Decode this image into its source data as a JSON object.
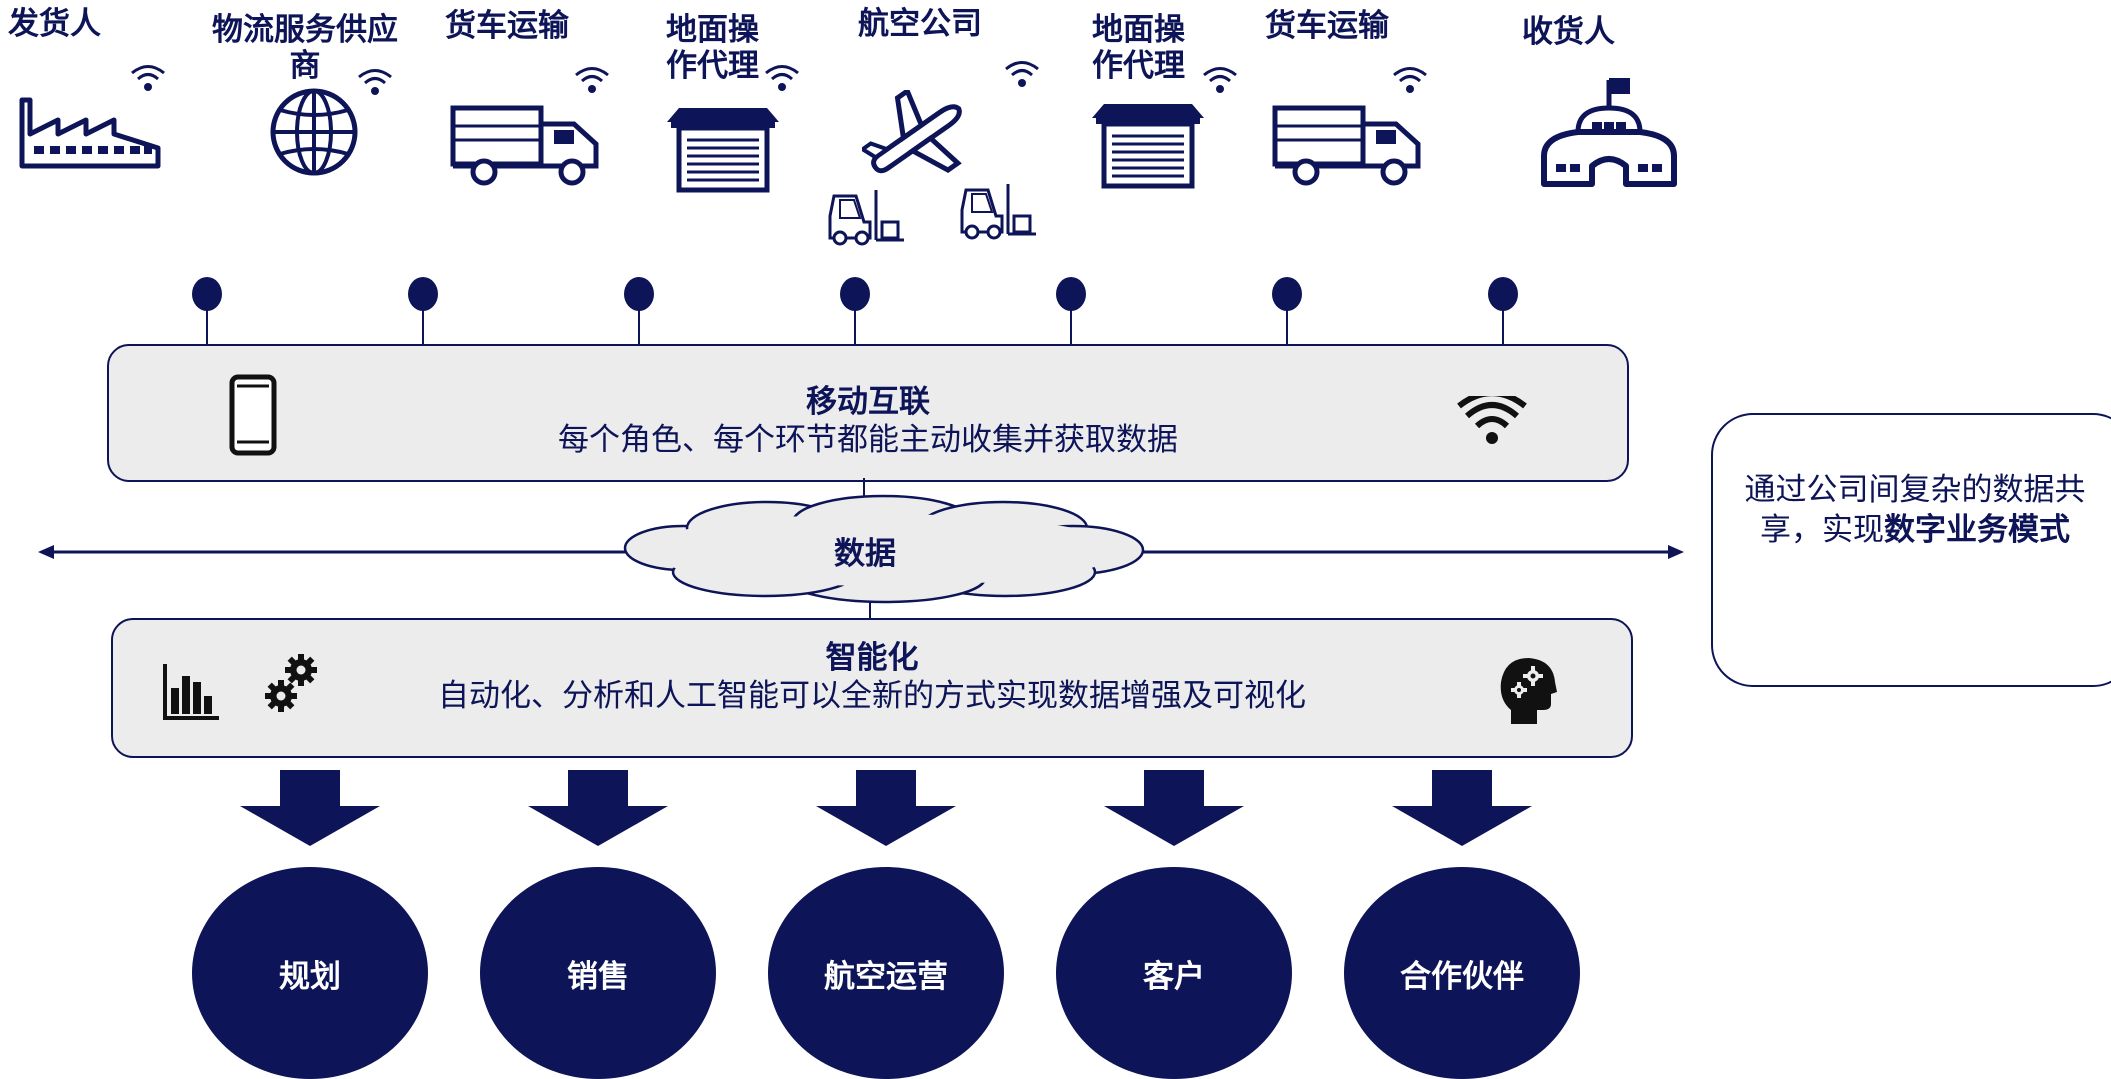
{
  "actors": [
    {
      "label": "发货人",
      "icon": "factory-icon"
    },
    {
      "label": "物流服务供应商",
      "icon": "globe-icon"
    },
    {
      "label": "货车运输",
      "icon": "truck-icon"
    },
    {
      "label": "地面操作代理",
      "icon": "warehouse-icon"
    },
    {
      "label": "航空公司",
      "icon": "airplane-icon"
    },
    {
      "label": "地面操作代理",
      "icon": "warehouse-icon"
    },
    {
      "label": "货车运输",
      "icon": "truck-icon"
    },
    {
      "label": "收货人",
      "icon": "building-icon"
    }
  ],
  "mobile": {
    "title": "移动互联",
    "subtitle": "每个角色、每个环节都能主动收集并获取数据",
    "left_icon": "smartphone-icon",
    "right_icon": "wifi-icon"
  },
  "data_cloud": {
    "label": "数据"
  },
  "intelligence": {
    "title": "智能化",
    "subtitle": "自动化、分析和人工智能可以全新的方式实现数据增强及可视化",
    "icons": [
      "bar-chart-icon",
      "gears-icon",
      "ai-head-icon"
    ]
  },
  "outcomes": [
    "规划",
    "销售",
    "航空运营",
    "客户",
    "合作伙伴"
  ],
  "side_note": {
    "text_prefix": "通过公司间复杂的数据共享，实现",
    "text_bold": "数字业务模式"
  },
  "colors": {
    "navy": "#0d1457",
    "band_fill": "#ececec",
    "white": "#ffffff"
  }
}
